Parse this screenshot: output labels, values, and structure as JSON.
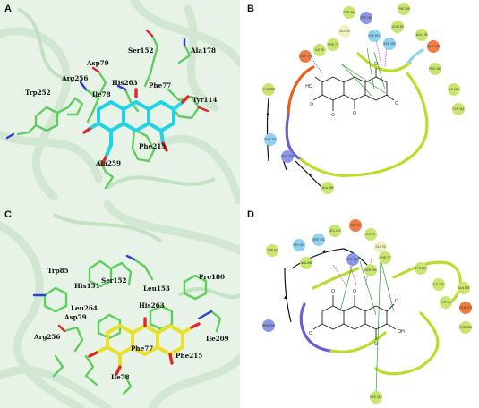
{
  "panels": {
    "a": {
      "label": "A",
      "residues": [
        "Ser152",
        "Ala178",
        "Asp79",
        "Arg256",
        "Trp252",
        "Ile78",
        "His263",
        "Phe77",
        "Tyr114",
        "Phe215",
        "Ala259"
      ]
    },
    "b": {
      "label": "B",
      "residues": [
        "SER 264",
        "TRP 260",
        "PHE 255",
        "LEU 153",
        "HIS 151",
        "SER 152",
        "GLY 76",
        "PHE 77",
        "ASP 79",
        "ILE 78",
        "ALA 178",
        "GLN 179",
        "PRO 180",
        "ILE 209",
        "TYR 114",
        "THR 252",
        "THR 251",
        "ARG 256",
        "ALA 259"
      ]
    },
    "c": {
      "label": "C",
      "residues": [
        "Trp85",
        "His151",
        "Ser152",
        "Leu153",
        "Pro180",
        "Leu264",
        "His263",
        "Asp79",
        "Arg256",
        "Ile209",
        "Phe77",
        "Phe215",
        "Ile78"
      ]
    },
    "d": {
      "label": "D",
      "residues": [
        "ASP 79",
        "ILE 78",
        "GLY 76",
        "LEU 153",
        "SER 152",
        "HIS 151",
        "TRP 85",
        "TRP 260",
        "ALA 265",
        "SER 264",
        "PHE 77",
        "TYR 267",
        "ALA 178",
        "GLN 179",
        "PRO 180",
        "ILE 209",
        "TYR 114",
        "ARG 256",
        "PHE 215"
      ]
    }
  },
  "atoms": {
    "oxygen": "O",
    "hydroxyl": "HO",
    "hydroxyl_right": "OH"
  },
  "colors": {
    "protein_bg": "#ddeedd",
    "carbon_a": "#5fce5f",
    "ligand_a": "#22d3e6",
    "ligand_c": "#e8e02a",
    "hydrophobic": "#c8e66e",
    "polar": "#8fd1f0",
    "negative": "#ef7b45",
    "positive": "#8a96e6",
    "glycine": "#f0f0c0"
  }
}
